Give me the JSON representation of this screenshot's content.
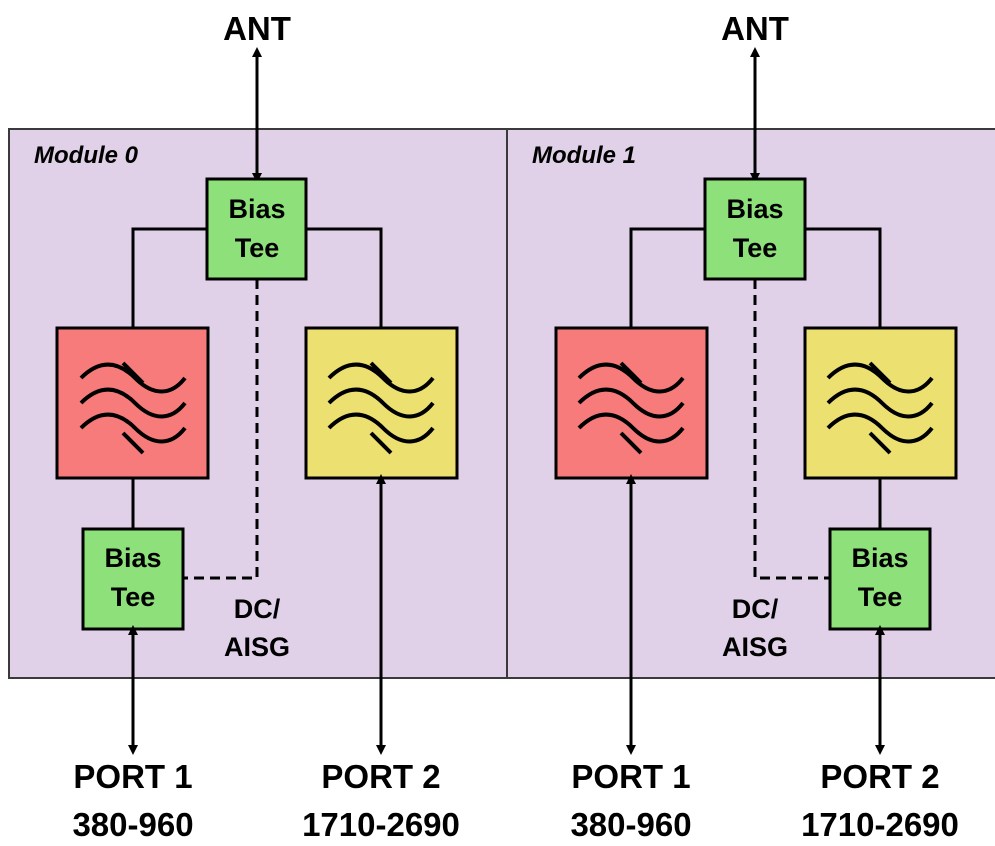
{
  "colors": {
    "module_bg": "#e0d0e8",
    "module_border": "#3a3a3a",
    "bias_tee": "#8ee07a",
    "filter_low": "#f77b7b",
    "filter_high": "#ece070",
    "line": "#000000"
  },
  "modules": [
    {
      "title": "Module 0",
      "antenna_label": "ANT",
      "bias_tee_top": [
        "Bias",
        "Tee"
      ],
      "bias_tee_port": [
        "Bias",
        "Tee"
      ],
      "dc_label": [
        "DC/",
        "AISG"
      ],
      "ports": [
        {
          "name": "PORT 1",
          "range": "380-960"
        },
        {
          "name": "PORT 2",
          "range": "1710-2690"
        }
      ]
    },
    {
      "title": "Module 1",
      "antenna_label": "ANT",
      "bias_tee_top": [
        "Bias",
        "Tee"
      ],
      "bias_tee_port": [
        "Bias",
        "Tee"
      ],
      "dc_label": [
        "DC/",
        "AISG"
      ],
      "ports": [
        {
          "name": "PORT 1",
          "range": "380-960"
        },
        {
          "name": "PORT 2",
          "range": "1710-2690"
        }
      ]
    }
  ]
}
